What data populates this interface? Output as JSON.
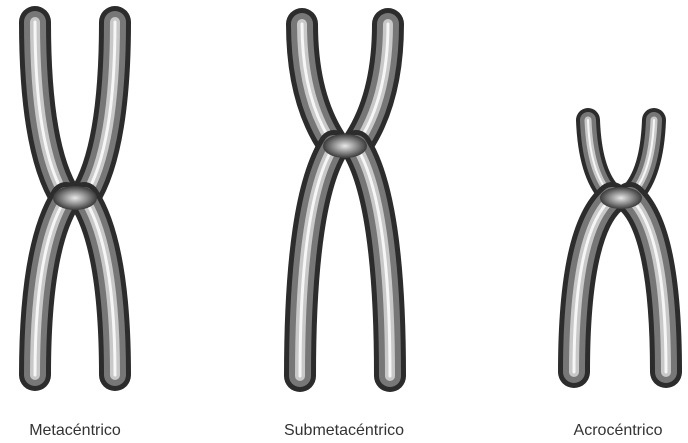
{
  "chromosomes": [
    {
      "id": "metacentric",
      "label": "Metacéntrico"
    },
    {
      "id": "submetacentric",
      "label": "Submetacéntrico"
    },
    {
      "id": "acrocentric",
      "label": "Acrocéntrico"
    }
  ],
  "colors": {
    "background": "#ffffff",
    "chromatid_edge": "#2a2a2a",
    "chromatid_mid": "#7a7a7a",
    "chromatid_highlight": "#f4f4f4",
    "label_text": "#333333"
  }
}
